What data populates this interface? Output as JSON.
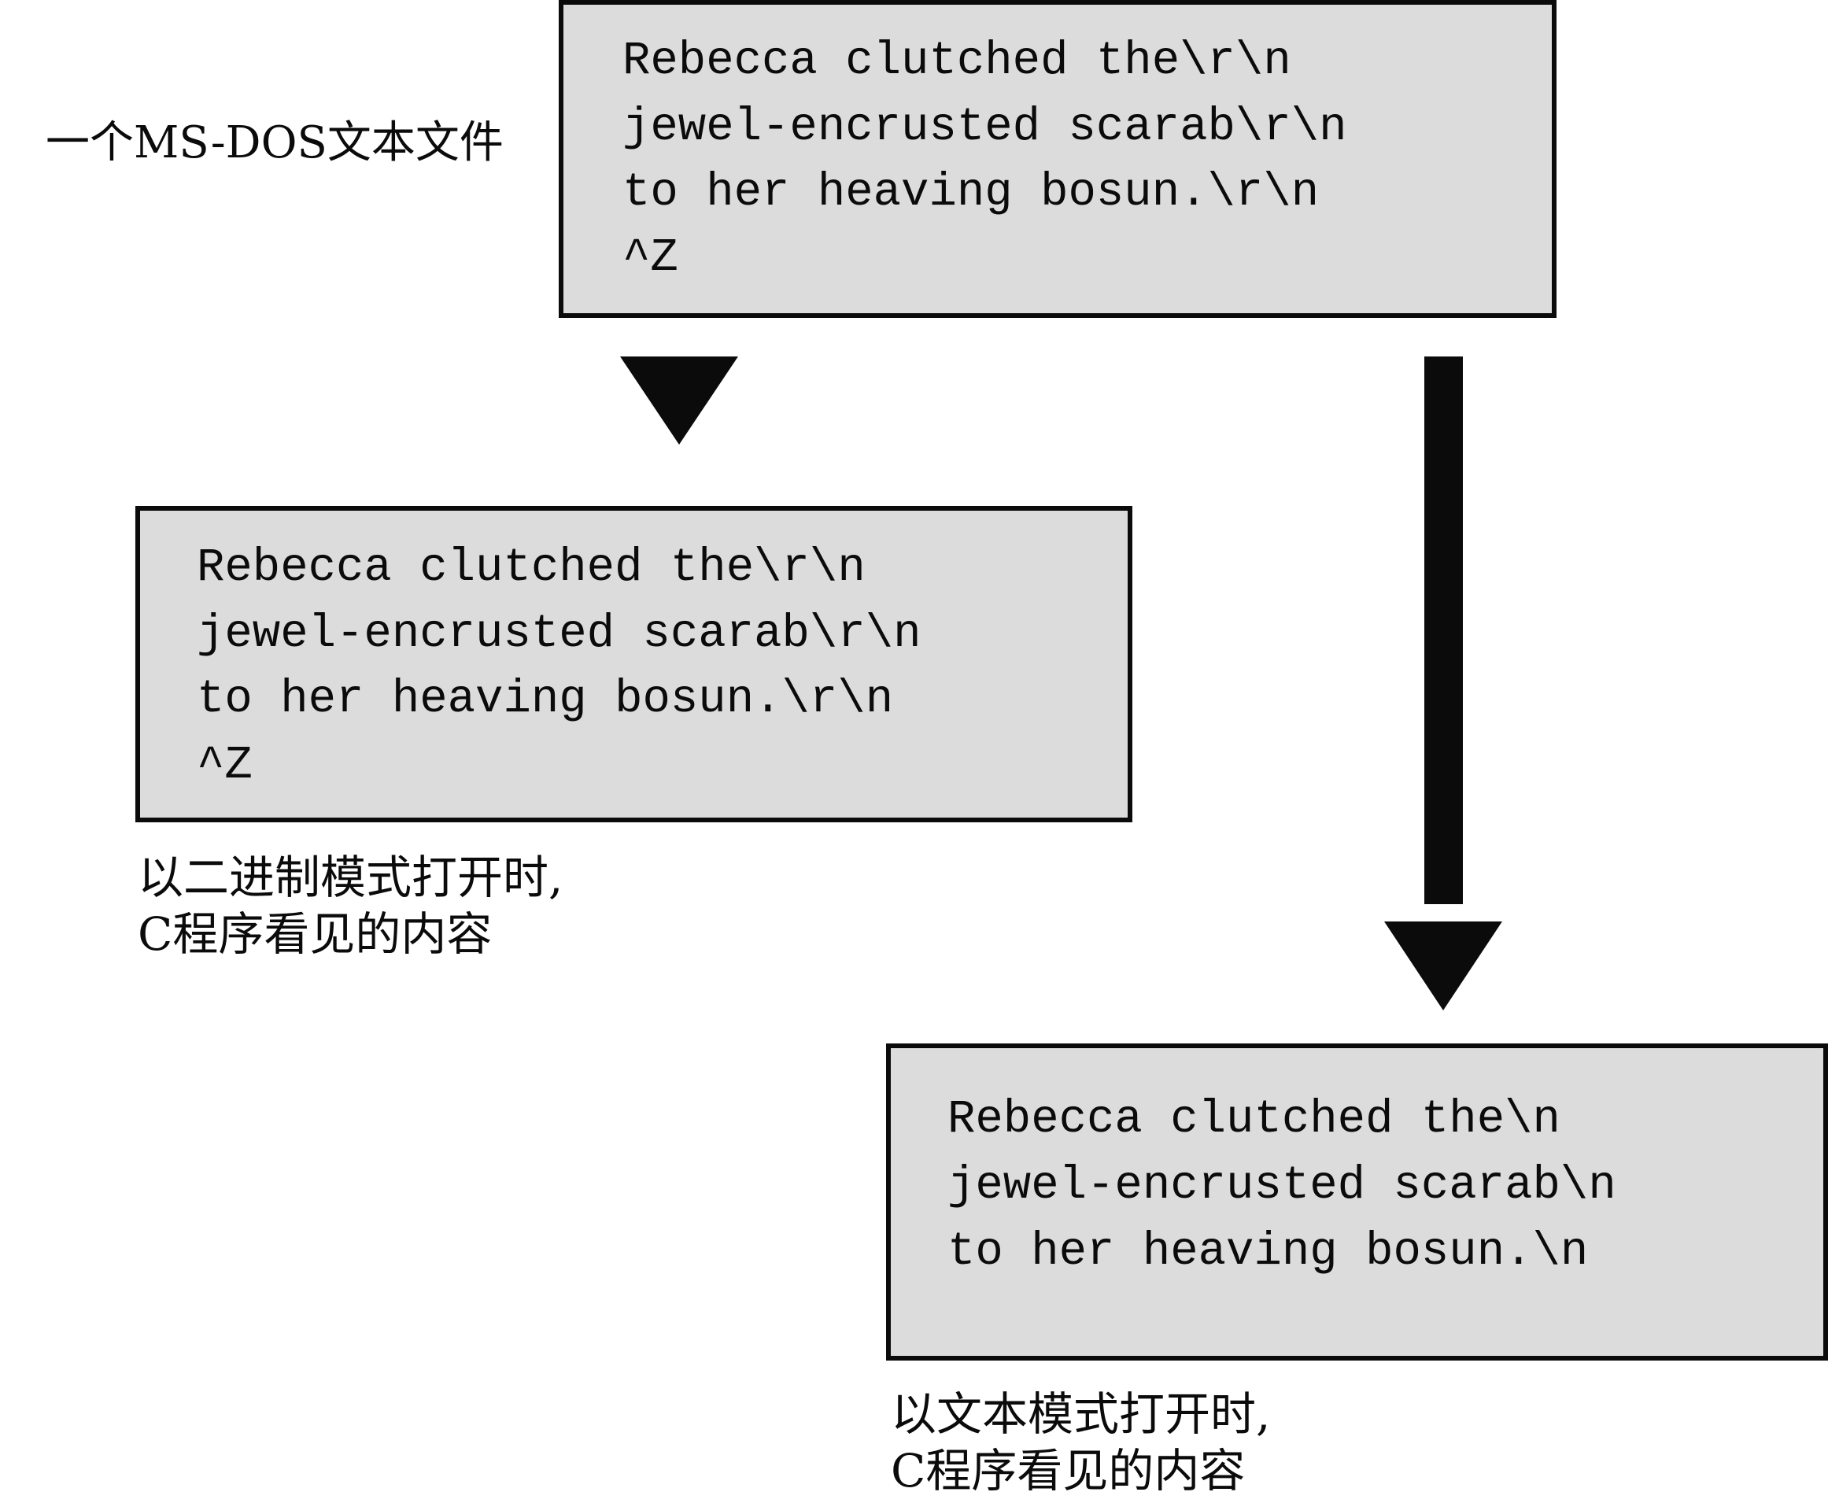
{
  "source": {
    "label": "一个MS-DOS文本文件",
    "lines": [
      "Rebecca clutched the\\r\\n",
      "jewel-encrusted scarab\\r\\n",
      "to her heaving bosun.\\r\\n",
      "^Z"
    ]
  },
  "binary_mode": {
    "lines": [
      "Rebecca clutched the\\r\\n",
      "jewel-encrusted scarab\\r\\n",
      "to her heaving bosun.\\r\\n",
      "^Z"
    ],
    "caption": [
      "以二进制模式打开时,",
      "C程序看见的内容"
    ]
  },
  "text_mode": {
    "lines": [
      "Rebecca clutched the\\n",
      "jewel-encrusted scarab\\n",
      "to her heaving bosun.\\n"
    ],
    "caption": [
      "以文本模式打开时,",
      "C程序看见的内容"
    ]
  },
  "colors": {
    "box_fill": "#dcdcdc",
    "ink": "#0b0b0b",
    "background": "#ffffff"
  }
}
